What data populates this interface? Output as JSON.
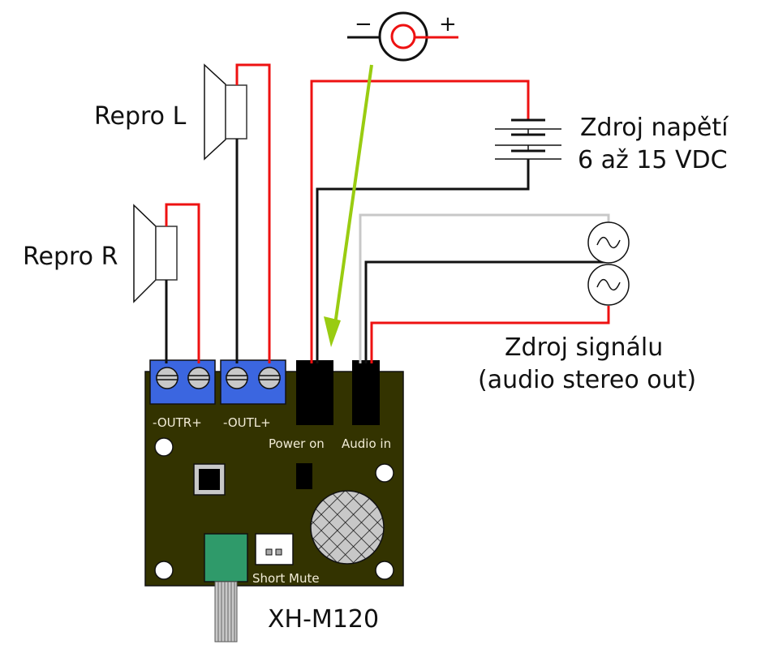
{
  "labels": {
    "speaker_left": "Repro L",
    "speaker_right": "Repro R",
    "power_source_line1": "Zdroj napětí",
    "power_source_line2": "6 až 15 VDC",
    "signal_source_line1": "Zdroj signálu",
    "signal_source_line2": "(audio stereo out)",
    "module_name": "XH-M120",
    "dc_jack_minus": "−",
    "dc_jack_plus": "+"
  },
  "pcb": {
    "out_r_label": "-OUTR+",
    "out_l_label": "-OUTL+",
    "power_on_label": "Power on",
    "audio_in_label": "Audio in",
    "short_mute_label": "Short Mute"
  },
  "colors": {
    "pcb": "#333300",
    "terminal_block": "#3b66e0",
    "screw": "#c8c8c8",
    "wire_positive": "#ee1111",
    "wire_negative": "#111111",
    "wire_signal_gray": "#c8c8c8",
    "arrow": "#99cc11",
    "potentiometer": "#2f9a6a"
  },
  "icons": {
    "dc_jack": "dc-barrel-jack-icon",
    "battery": "battery-symbol-icon",
    "ac_source": "ac-sine-source-icon",
    "speaker": "speaker-icon"
  }
}
